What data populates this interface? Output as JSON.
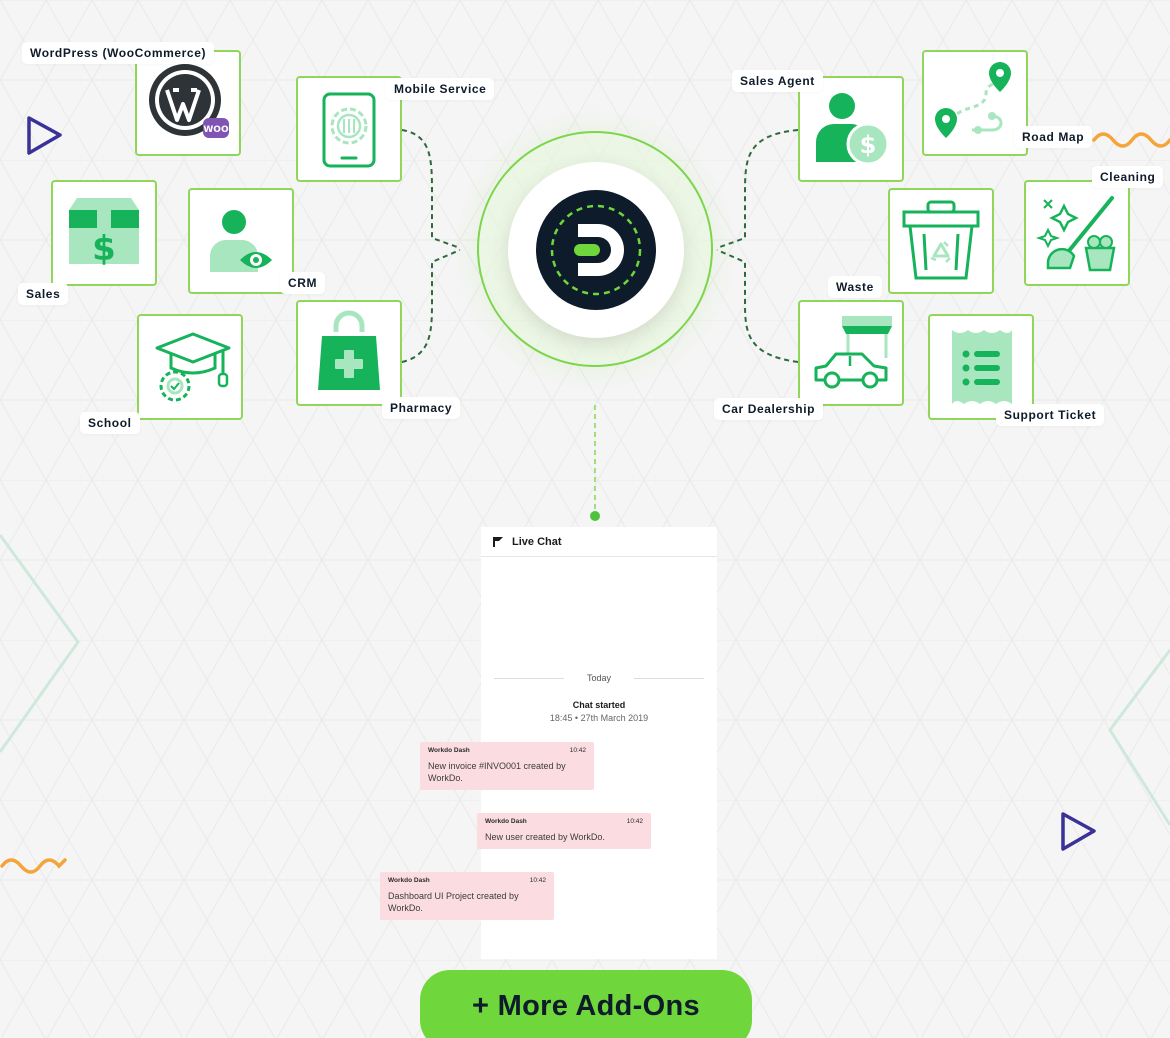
{
  "colors": {
    "accent_green": "#8fd65a",
    "icon_green": "#16b35a",
    "icon_light_green": "#a8e6bf",
    "dark_navy": "#0d1b2a",
    "message_pink": "#fbdde1",
    "button_green": "#6fd73c",
    "orange": "#f4a43a",
    "purple": "#3a3296"
  },
  "addons": [
    {
      "id": "wordpress",
      "label": "WordPress (WooCommerce)",
      "icon": "wordpress-woocommerce-icon"
    },
    {
      "id": "mobile_service",
      "label": "Mobile Service",
      "icon": "mobile-gear-icon"
    },
    {
      "id": "sales",
      "label": "Sales",
      "icon": "money-box-icon"
    },
    {
      "id": "crm",
      "label": "CRM",
      "icon": "user-eye-icon"
    },
    {
      "id": "school",
      "label": "School",
      "icon": "graduation-cap-gear-icon"
    },
    {
      "id": "pharmacy",
      "label": "Pharmacy",
      "icon": "medical-bag-icon"
    },
    {
      "id": "sales_agent",
      "label": "Sales Agent",
      "icon": "user-dollar-icon"
    },
    {
      "id": "road_map",
      "label": "Road Map",
      "icon": "route-pins-icon"
    },
    {
      "id": "cleaning",
      "label": "Cleaning",
      "icon": "broom-bucket-icon"
    },
    {
      "id": "waste",
      "label": "Waste",
      "icon": "recycle-bin-icon"
    },
    {
      "id": "car_dealership",
      "label": "Car Dealership",
      "icon": "car-store-icon"
    },
    {
      "id": "support_ticket",
      "label": "Support Ticket",
      "icon": "ticket-list-icon"
    }
  ],
  "hub": {
    "icon": "workdo-logo-icon"
  },
  "chat": {
    "title": "Live Chat",
    "today": "Today",
    "started_label": "Chat started",
    "started_time": "18:45 • 27th March 2019",
    "messages": [
      {
        "sender": "Workdo Dash",
        "time": "10:42",
        "text": "New invoice #INVO001 created by WorkDo."
      },
      {
        "sender": "Workdo Dash",
        "time": "10:42",
        "text": "New user created by WorkDo."
      },
      {
        "sender": "Workdo Dash",
        "time": "10:42",
        "text": "Dashboard UI Project created by WorkDo."
      }
    ]
  },
  "more_button": {
    "label": "+ More Add-Ons"
  }
}
